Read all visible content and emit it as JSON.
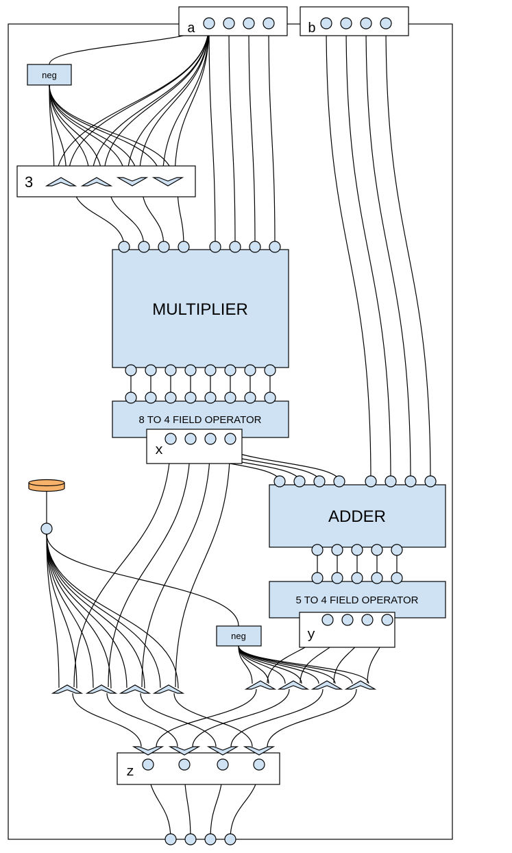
{
  "inputs": {
    "a_label": "a",
    "b_label": "b"
  },
  "labels": {
    "neg_top": "neg",
    "neg_bottom": "neg",
    "const_three": "3",
    "x_label": "x",
    "y_label": "y",
    "z_label": "z"
  },
  "blocks": {
    "multiplier": "MULTIPLIER",
    "field_op_8to4": "8 TO 4 FIELD OPERATOR",
    "adder": "ADDER",
    "field_op_5to4": "5 TO 4 FIELD OPERATOR"
  },
  "colors": {
    "block_fill": "#cfe2f3",
    "stroke": "#000000",
    "pin_fill": "#cfe2f3",
    "source_fill": "#f6b26b"
  }
}
